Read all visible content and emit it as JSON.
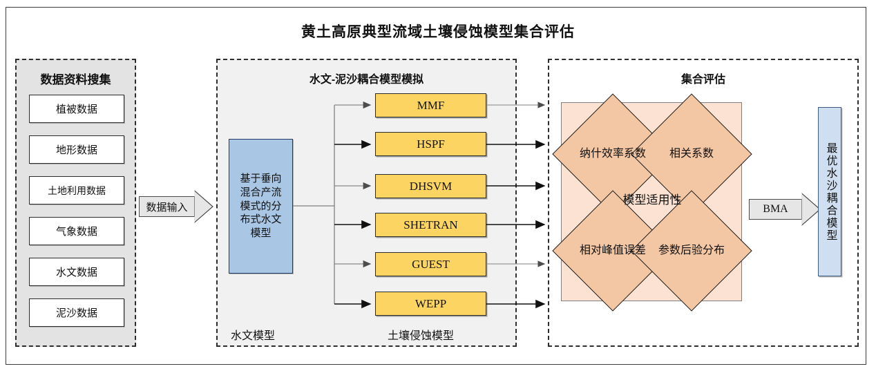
{
  "title": "黄土高原典型流域土壤侵蚀模型集合评估",
  "panels": {
    "collect": {
      "title": "数据资料搜集",
      "items": [
        {
          "label": "植被数据"
        },
        {
          "label": "地形数据"
        },
        {
          "label": "土地利用数据"
        },
        {
          "label": "气象数据"
        },
        {
          "label": "水文数据"
        },
        {
          "label": "泥沙数据"
        }
      ]
    },
    "simulation": {
      "title": "水文-泥沙耦合模型模拟",
      "hydro_box": "基于垂向混合产流模式的分布式水文模型",
      "hydro_label": "水文模型",
      "erosion_label": "土壤侵蚀模型",
      "models": [
        {
          "label": "MMF"
        },
        {
          "label": "HSPF"
        },
        {
          "label": "DHSVM"
        },
        {
          "label": "SHETRAN"
        },
        {
          "label": "GUEST"
        },
        {
          "label": "WEPP"
        }
      ]
    },
    "evaluation": {
      "title": "集合评估",
      "center_label": "模型适用性",
      "criteria": [
        {
          "label": "纳什效率系数"
        },
        {
          "label": "相关系数"
        },
        {
          "label": "相对峰值误差"
        },
        {
          "label": "参数后验分布"
        }
      ]
    }
  },
  "arrows": {
    "data_input": "数据输入",
    "bma": "BMA"
  },
  "final_output": {
    "label": "最优水沙耦合模型"
  },
  "colors": {
    "model_box": "#fcd462",
    "hydro_box": "#a9c6e4",
    "diamond": "#f3c6a4",
    "eval_region": "#fbe2d2",
    "final_box": "#cfdef0",
    "panel_collect_bg": "#e3e3e3",
    "panel_sim_bg": "#f1f1f1",
    "arrow_fill": "#e6e6e6"
  }
}
